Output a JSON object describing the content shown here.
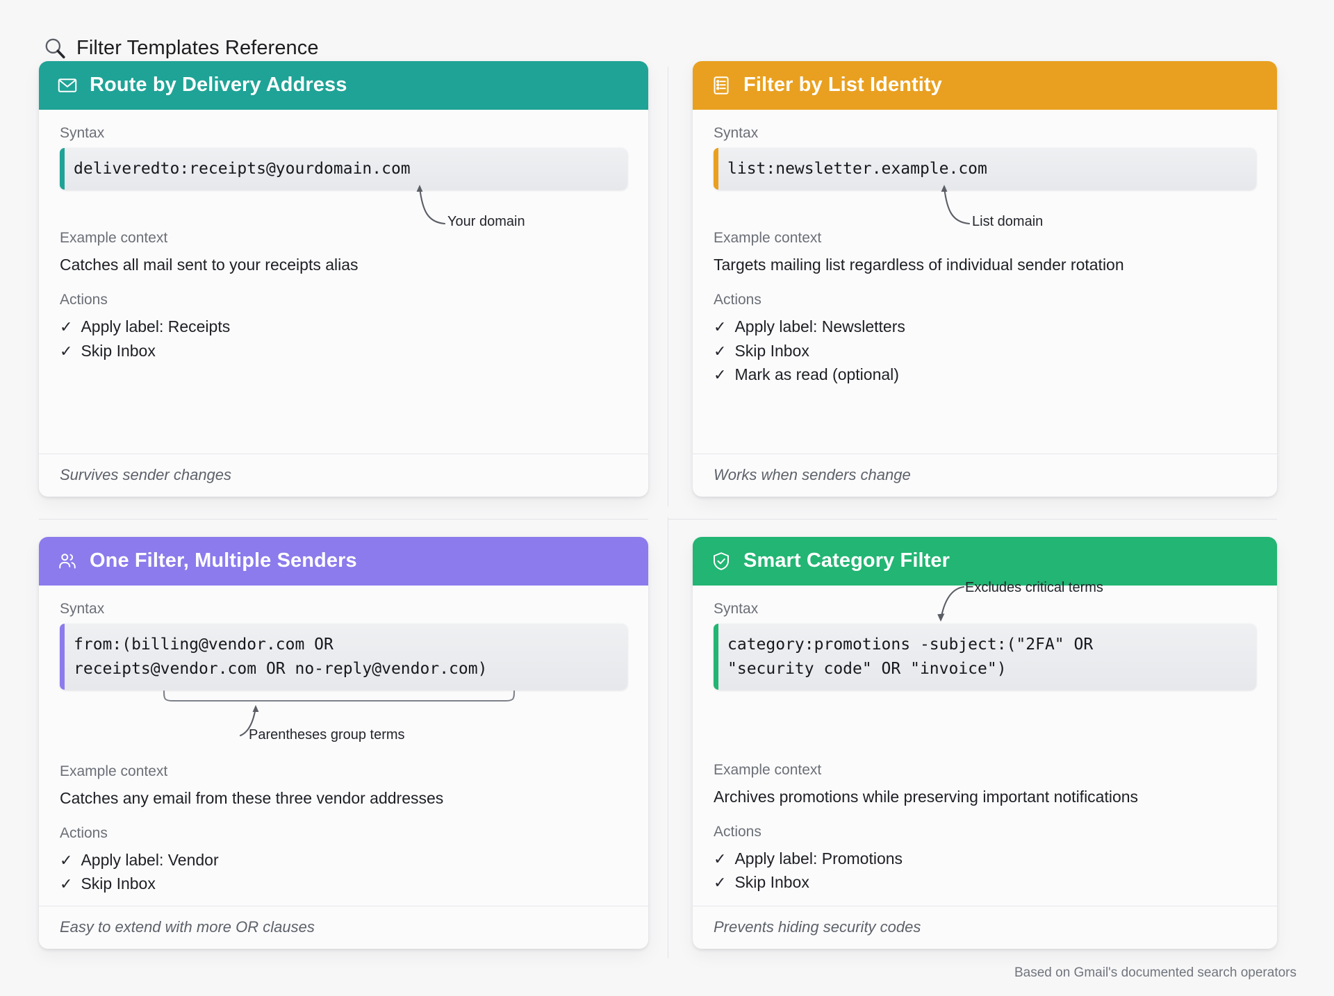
{
  "page": {
    "title": "Filter Templates Reference",
    "search_icon": "magnifier-icon",
    "footer_note": "Based on Gmail's documented search operators"
  },
  "labels": {
    "syntax": "Syntax",
    "example_context": "Example context",
    "actions": "Actions",
    "check": "✓"
  },
  "colors": {
    "teal": "#1fa396",
    "amber": "#e9a020",
    "purple": "#8b7bec",
    "green": "#22b573",
    "page_bg": "#f7f7f8",
    "card_bg": "#fbfbfc"
  },
  "cards": [
    {
      "id": "route-by-delivery-address",
      "icon": "envelope-icon",
      "title": "Route by Delivery Address",
      "accent": "#1fa396",
      "syntax": "deliveredto:receipts@yourdomain.com",
      "annotation": "Your domain",
      "context": "Catches all mail sent to your receipts alias",
      "actions": [
        "Apply label: Receipts",
        "Skip Inbox"
      ],
      "footer": "Survives sender changes"
    },
    {
      "id": "filter-by-list-identity",
      "icon": "list-document-icon",
      "title": "Filter by List Identity",
      "accent": "#e9a020",
      "syntax": "list:newsletter.example.com",
      "annotation": "List domain",
      "context": "Targets mailing list regardless of individual sender rotation",
      "actions": [
        "Apply label: Newsletters",
        "Skip Inbox",
        "Mark as read (optional)"
      ],
      "footer": "Works when senders change"
    },
    {
      "id": "one-filter-multiple-senders",
      "icon": "people-icon",
      "title": "One Filter, Multiple Senders",
      "accent": "#8b7bec",
      "syntax": "from:(billing@vendor.com OR\nreceipts@vendor.com OR no-reply@vendor.com)",
      "annotation": "Parentheses group terms",
      "context": "Catches any email from these three vendor addresses",
      "actions": [
        "Apply label: Vendor",
        "Skip Inbox"
      ],
      "footer": "Easy to extend with more OR clauses"
    },
    {
      "id": "smart-category-filter",
      "icon": "shield-check-icon",
      "title": "Smart Category Filter",
      "accent": "#22b573",
      "syntax": "category:promotions -subject:(\"2FA\" OR\n\"security code\" OR \"invoice\")",
      "annotation": "Excludes critical terms",
      "context": "Archives promotions while preserving important notifications",
      "actions": [
        "Apply label: Promotions",
        "Skip Inbox"
      ],
      "footer": "Prevents hiding security codes"
    }
  ]
}
